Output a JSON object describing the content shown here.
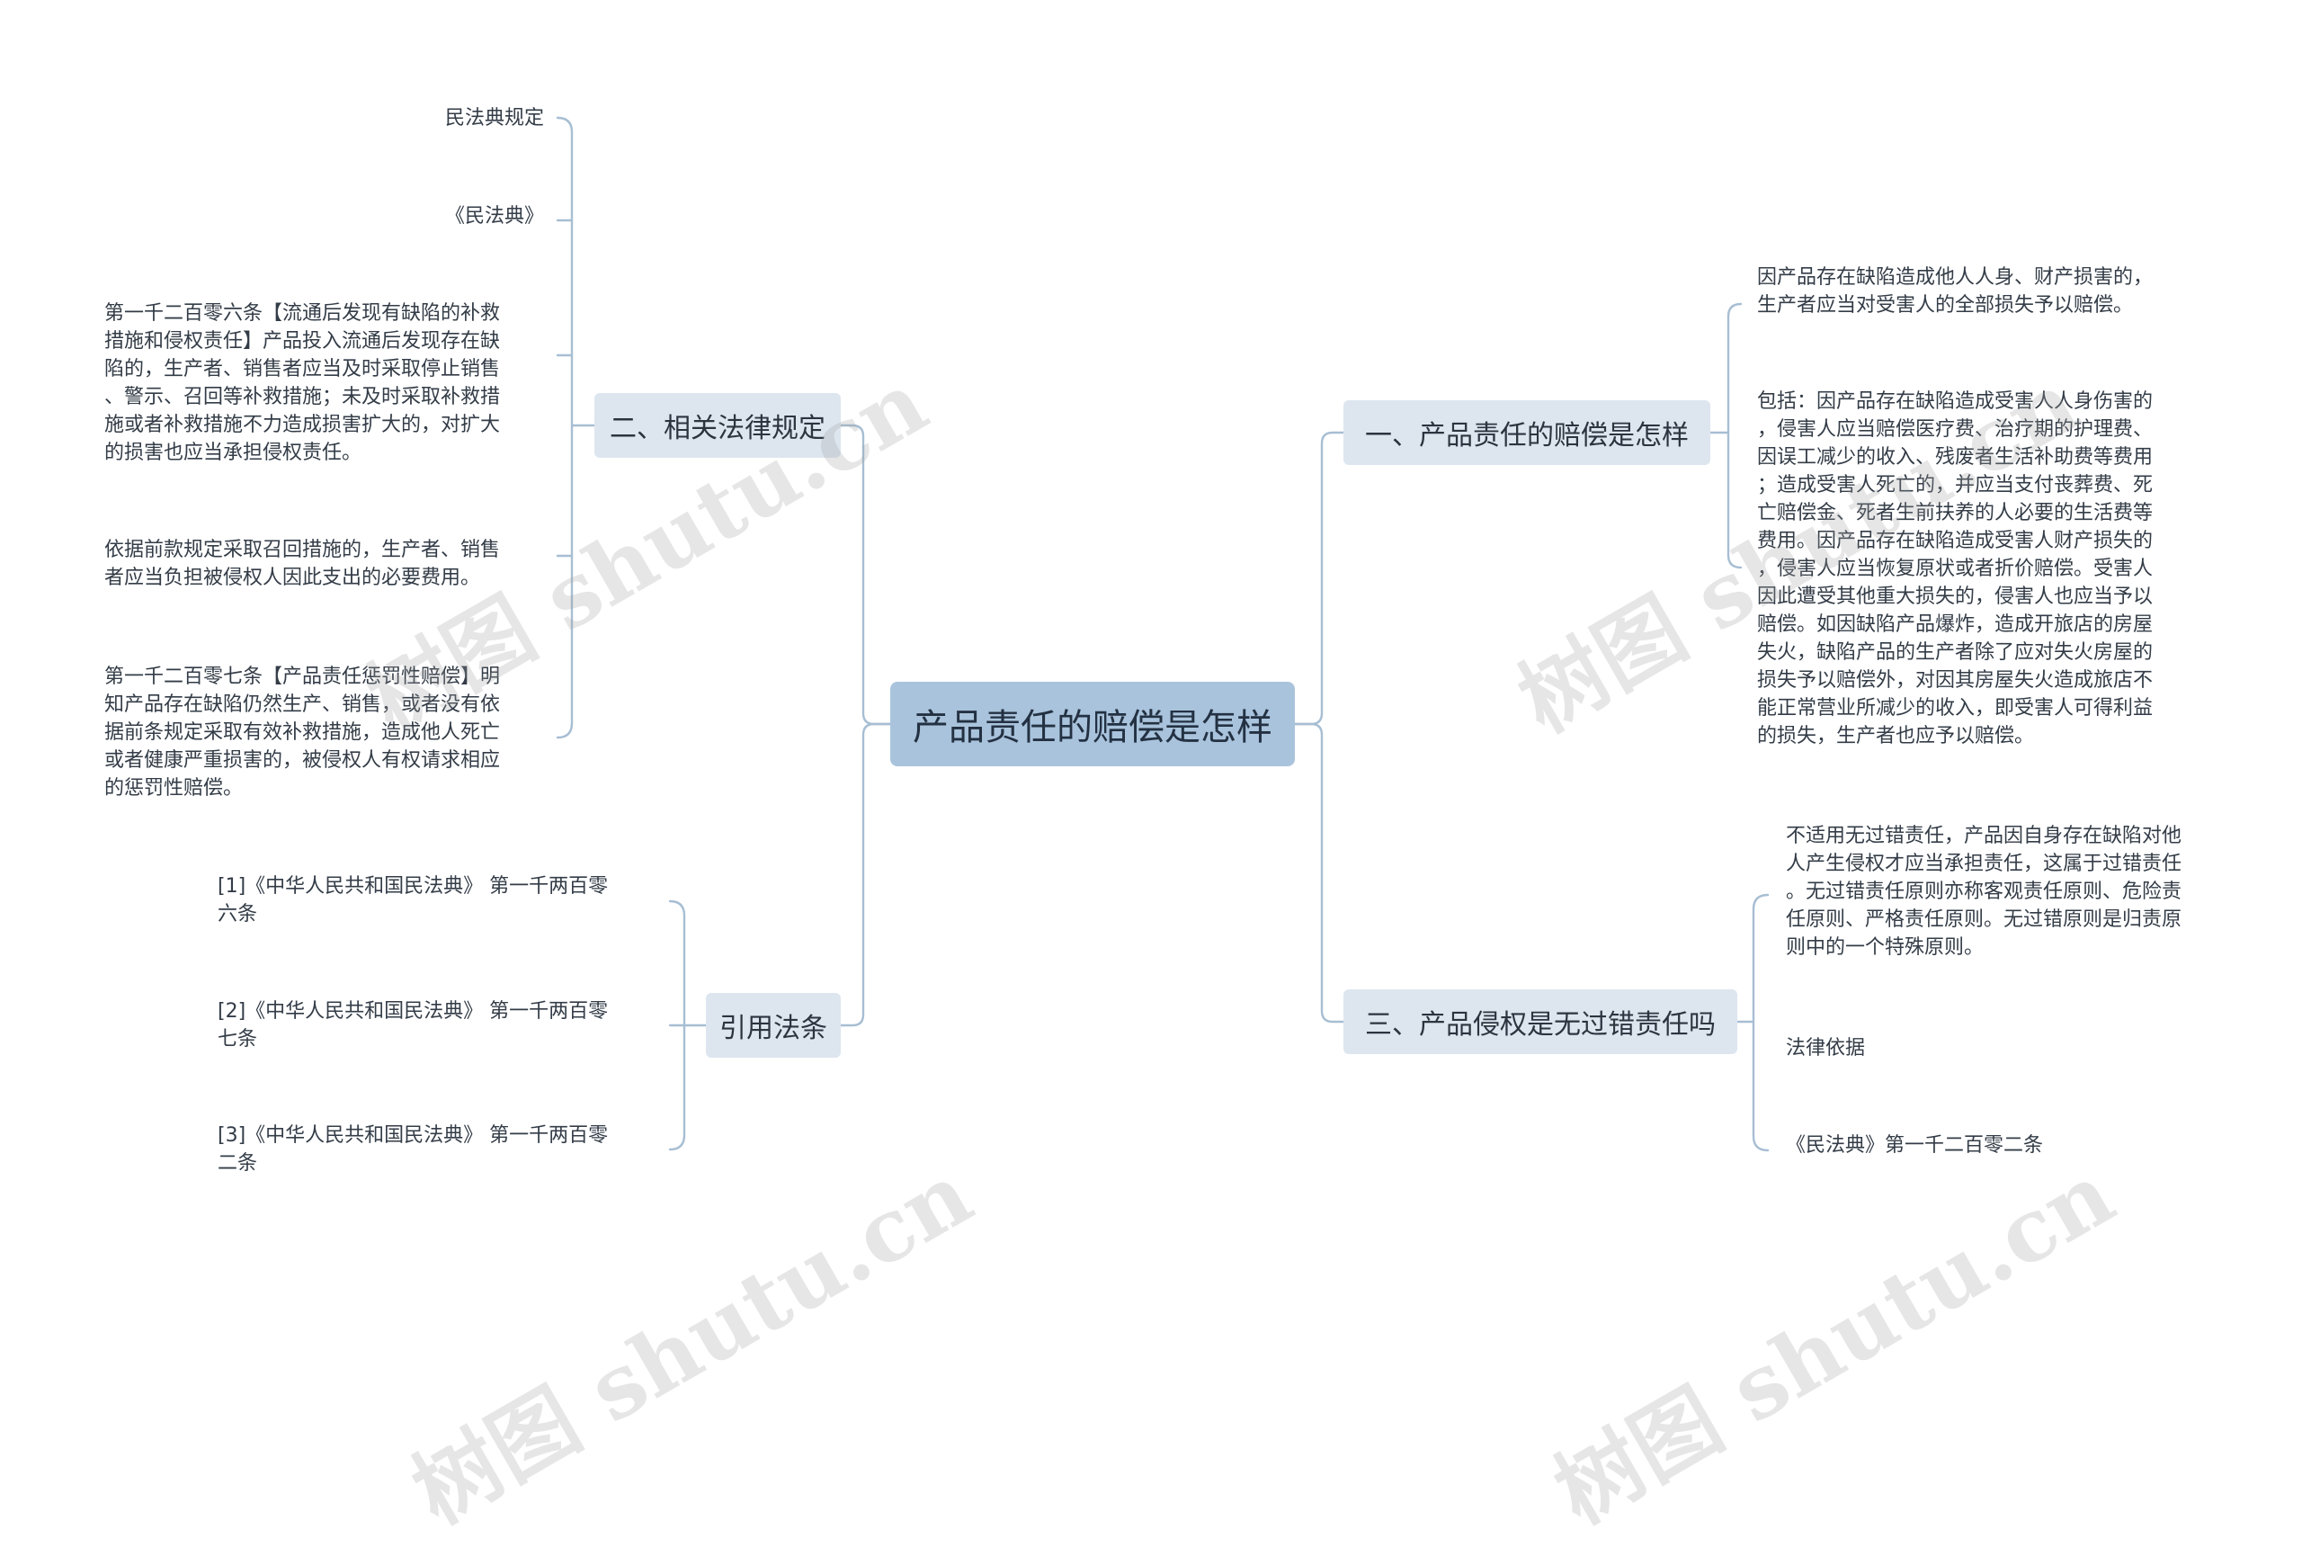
{
  "root": {
    "title": "产品责任的赔偿是怎样"
  },
  "branches": {
    "b1": {
      "title": "一、产品责任的赔偿是怎样",
      "items": [
        "因产品存在缺陷造成他人人身、财产损害的，\n生产者应当对受害人的全部损失予以赔偿。",
        "包括：因产品存在缺陷造成受害人人身伤害的\n，侵害人应当赔偿医疗费、治疗期的护理费、\n因误工减少的收入、残废者生活补助费等费用\n；造成受害人死亡的，并应当支付丧葬费、死\n亡赔偿金、死者生前扶养的人必要的生活费等\n费用。因产品存在缺陷造成受害人财产损失的\n，侵害人应当恢复原状或者折价赔偿。受害人\n因此遭受其他重大损失的，侵害人也应当予以\n赔偿。如因缺陷产品爆炸，造成开旅店的房屋\n失火，缺陷产品的生产者除了应对失火房屋的\n损失予以赔偿外，对因其房屋失火造成旅店不\n能正常营业所减少的收入，即受害人可得利益\n的损失，生产者也应予以赔偿。"
      ]
    },
    "b2": {
      "title": "二、相关法律规定",
      "items": [
        "民法典规定",
        "《民法典》",
        "第一千二百零六条【流通后发现有缺陷的补救\n措施和侵权责任】产品投入流通后发现存在缺\n陷的，生产者、销售者应当及时采取停止销售\n、警示、召回等补救措施；未及时采取补救措\n施或者补救措施不力造成损害扩大的，对扩大\n的损害也应当承担侵权责任。",
        "依据前款规定采取召回措施的，生产者、销售\n者应当负担被侵权人因此支出的必要费用。",
        "第一千二百零七条【产品责任惩罚性赔偿】明\n知产品存在缺陷仍然生产、销售，或者没有依\n据前条规定采取有效补救措施，造成他人死亡\n或者健康严重损害的，被侵权人有权请求相应\n的惩罚性赔偿。"
      ]
    },
    "b3": {
      "title": "三、产品侵权是无过错责任吗",
      "items": [
        "不适用无过错责任，产品因自身存在缺陷对他\n人产生侵权才应当承担责任，这属于过错责任\n。无过错责任原则亦称客观责任原则、危险责\n任原则、严格责任原则。无过错原则是归责原\n则中的一个特殊原则。",
        "法律依据",
        "《民法典》第一千二百零二条"
      ]
    },
    "b4": {
      "title": "引用法条",
      "items": [
        "[1]《中华人民共和国民法典》 第一千两百零\n六条",
        "[2]《中华人民共和国民法典》 第一千两百零\n七条",
        "[3]《中华人民共和国民法典》 第一千两百零\n二条"
      ]
    }
  },
  "watermark": "树图 shutu.cn",
  "colors": {
    "line": "#a7bed3",
    "root_bg": "#a9c3dc",
    "branch_bg": "#dde6ef",
    "text": "#333c47"
  }
}
